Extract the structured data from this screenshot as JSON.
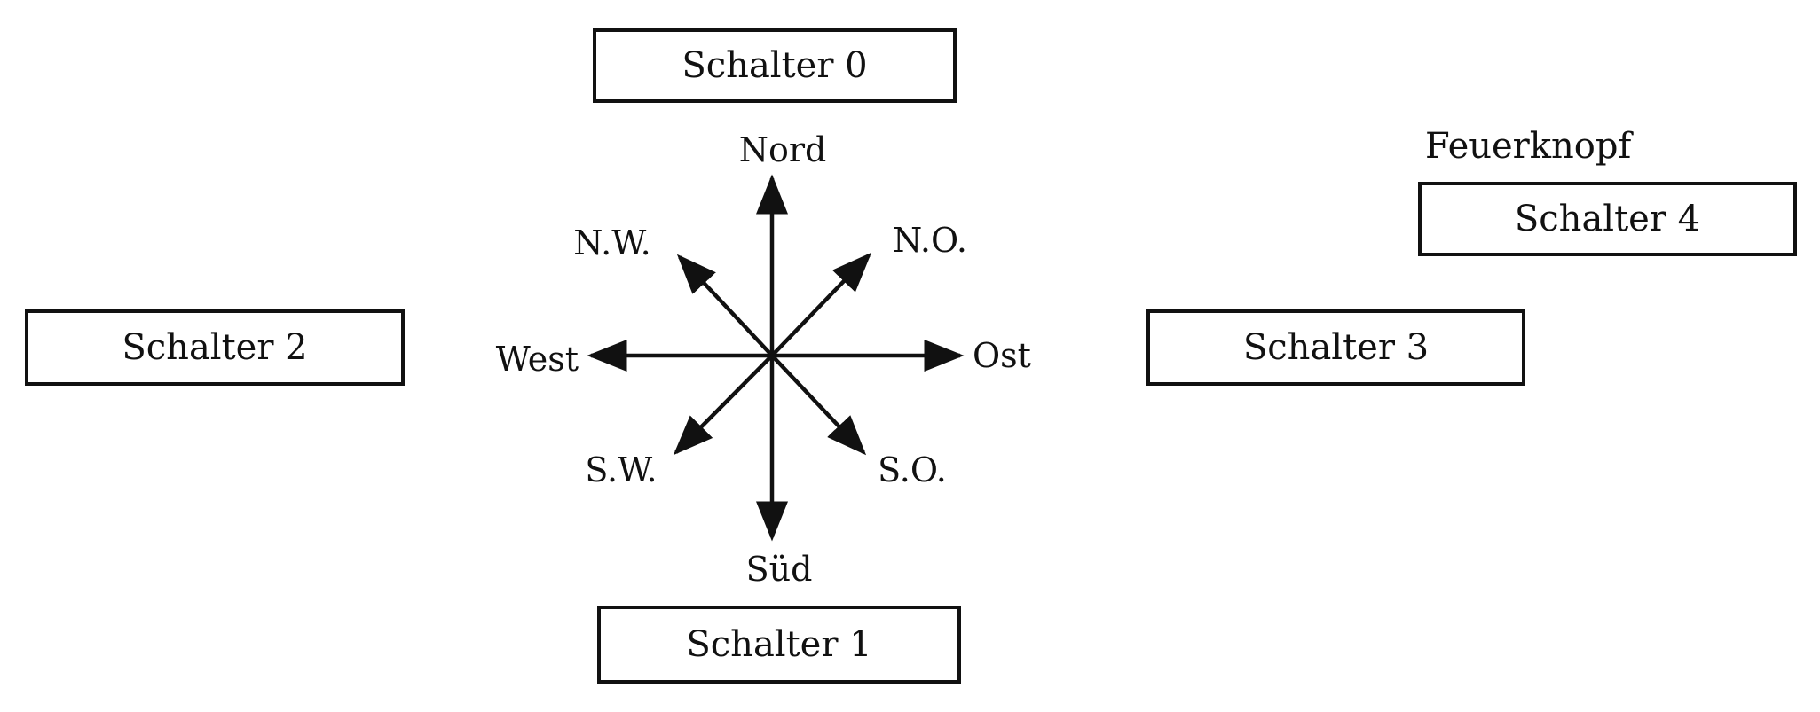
{
  "switches": {
    "s0": "Schalter 0",
    "s1": "Schalter 1",
    "s2": "Schalter 2",
    "s3": "Schalter 3",
    "s4": "Schalter 4"
  },
  "fire_button_label": "Feuerknopf",
  "directions": {
    "north": "Nord",
    "south": "Süd",
    "east": "Ost",
    "west": "West",
    "northwest": "N.W.",
    "northeast": "N.O.",
    "southwest": "S.W.",
    "southeast": "S.O."
  }
}
